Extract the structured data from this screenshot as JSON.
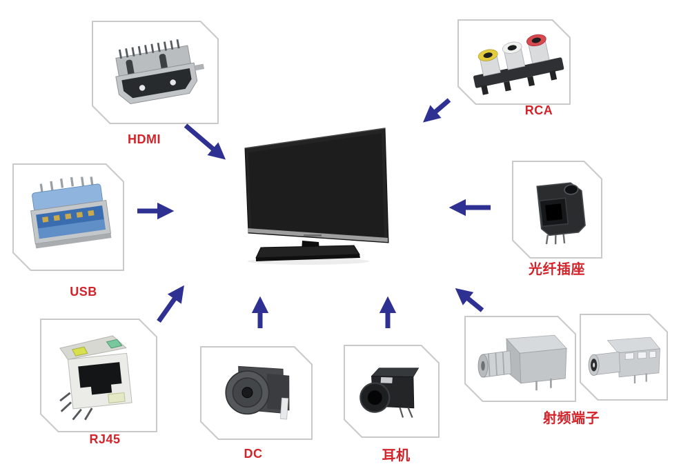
{
  "colors": {
    "arrow": "#2e3192",
    "label": "#d2232a",
    "card_border": "#c9c9c9",
    "card_bg": "#ffffff",
    "tv_body": "#242424"
  },
  "nodes": {
    "hdmi": {
      "label": "HDMI"
    },
    "rca": {
      "label": "RCA"
    },
    "usb": {
      "label": "USB"
    },
    "optical": {
      "label": "光纤插座"
    },
    "rj45": {
      "label": "RJ45"
    },
    "dc": {
      "label": "DC"
    },
    "headphone": {
      "label": "耳机"
    },
    "rf": {
      "label": "射频端子"
    }
  },
  "arrows": [
    {
      "from": "HDMI",
      "to": "TV"
    },
    {
      "from": "RCA",
      "to": "TV"
    },
    {
      "from": "USB",
      "to": "TV"
    },
    {
      "from": "光纤插座",
      "to": "TV"
    },
    {
      "from": "RJ45",
      "to": "TV"
    },
    {
      "from": "DC",
      "to": "TV"
    },
    {
      "from": "耳机",
      "to": "TV"
    },
    {
      "from": "射频端子",
      "to": "TV"
    }
  ]
}
